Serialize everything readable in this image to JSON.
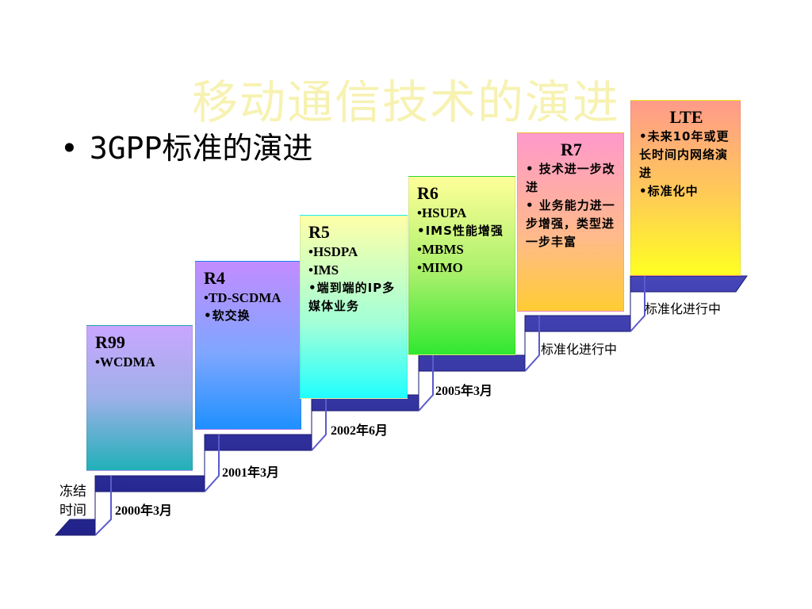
{
  "slide": {
    "title": "移动通信技术的演进",
    "bullet": "3GPP标准的演进"
  },
  "releases": [
    {
      "name": "R99",
      "items": [
        "•WCDMA"
      ]
    },
    {
      "name": "R4",
      "items": [
        "•TD-SCDMA",
        "•软交换"
      ]
    },
    {
      "name": "R5",
      "items": [
        "•HSDPA",
        "•IMS",
        "•端到端的IP多媒体业务"
      ]
    },
    {
      "name": "R6",
      "items": [
        "•HSUPA",
        "•IMS性能增强",
        "•MBMS",
        "•MIMO"
      ]
    },
    {
      "name": "R7",
      "items": [
        "• 技术进一步改进",
        "• 业务能力进一步增强，类型进一步丰富"
      ]
    },
    {
      "name": "LTE",
      "items": [
        "•未来10年或更长时间内网络演进",
        "•标准化中"
      ]
    }
  ],
  "freeze_label": {
    "line1": "冻结",
    "line2": "时间"
  },
  "dates": [
    "2000年3月",
    "2001年3月",
    "2002年6月",
    "2005年3月",
    "标准化进行中",
    "标准化进行中"
  ],
  "colors": {
    "stairs_top": "#2a2a9a",
    "stairs_front": "#3333aa",
    "title": "#f7f2b2"
  }
}
